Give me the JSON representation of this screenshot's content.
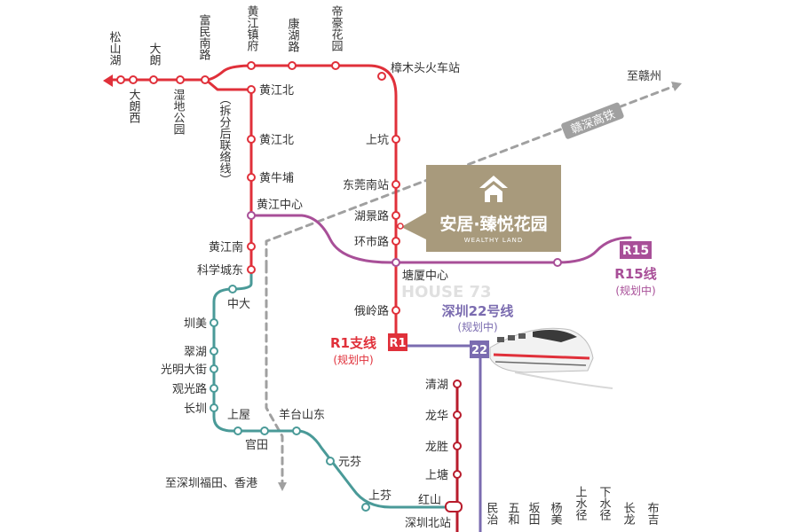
{
  "colors": {
    "red_line": "#e0303a",
    "dark_red_line": "#b81c2c",
    "teal_line": "#4a9a98",
    "purple_line": "#a84f98",
    "line22": "#7b6cb0",
    "rail_gray": "#a0a0a0",
    "brand_box": "#a89a7c"
  },
  "stations": {
    "songshanhu": "松山湖",
    "dalang": "大朗",
    "dalangxi": "大朗西",
    "shidigongyuan": "湿地公园",
    "fuminnanlu": "富民南路",
    "huangjiangzhenfu": "黄江镇府",
    "kanghulu": "康湖路",
    "dihaohuayuan": "帝豪花园",
    "zhangmutou": "樟木头火车站",
    "huangjiangbei1": "黄江北",
    "huangjiangbei2": "黄江北",
    "huangniupu": "黄牛埔",
    "huangjiangzhongxin": "黄江中心",
    "huangjiangnan": "黄江南",
    "kexuechengdong": "科学城东",
    "shangkeng": "上坑",
    "dongguannanzhan": "东莞南站",
    "hujinglu": "湖景路",
    "huanshilu": "环市路",
    "tangxiazhongxin": "塘厦中心",
    "elinglu": "俄岭路",
    "zhongda": "中大",
    "zhenmei": "圳美",
    "cuihu": "翠湖",
    "guangmingdajie": "光明大街",
    "guanguanglu": "观光路",
    "changzhen": "长圳",
    "shangwu": "上屋",
    "guantian": "官田",
    "yangtaishandong": "羊台山东",
    "yuanfen": "元芬",
    "shangfen": "上芬",
    "qinghu": "清湖",
    "longhua": "龙华",
    "longsheng": "龙胜",
    "shangtang": "上塘",
    "hongshan": "红山",
    "shenzhenbeizhan": "深圳北站",
    "minzhi": "民治",
    "wuhe": "五和",
    "bantian": "坂田",
    "yangmei": "杨美",
    "shangshuijing": "上水径",
    "xiashuijing": "下水径",
    "changlong": "长龙",
    "buji": "布吉"
  },
  "labels": {
    "split_note": "（拆分后联络线）",
    "to_ganzhou": "至赣州",
    "gan_shen_rail": "赣深高铁",
    "to_futian": "至深圳福田、香港",
    "r1_name": "R1支线",
    "r1_status": "(规划中)",
    "r1_badge": "R1",
    "line22_name": "深圳22号线",
    "line22_status": "(规划中)",
    "line22_badge": "22",
    "r15_name": "R15线",
    "r15_status": "(规划中)",
    "r15_badge": "R15",
    "brand_name": "安居·臻悦花园",
    "brand_en": "WEALTHY LAND",
    "watermark": "HOUSE 73"
  }
}
